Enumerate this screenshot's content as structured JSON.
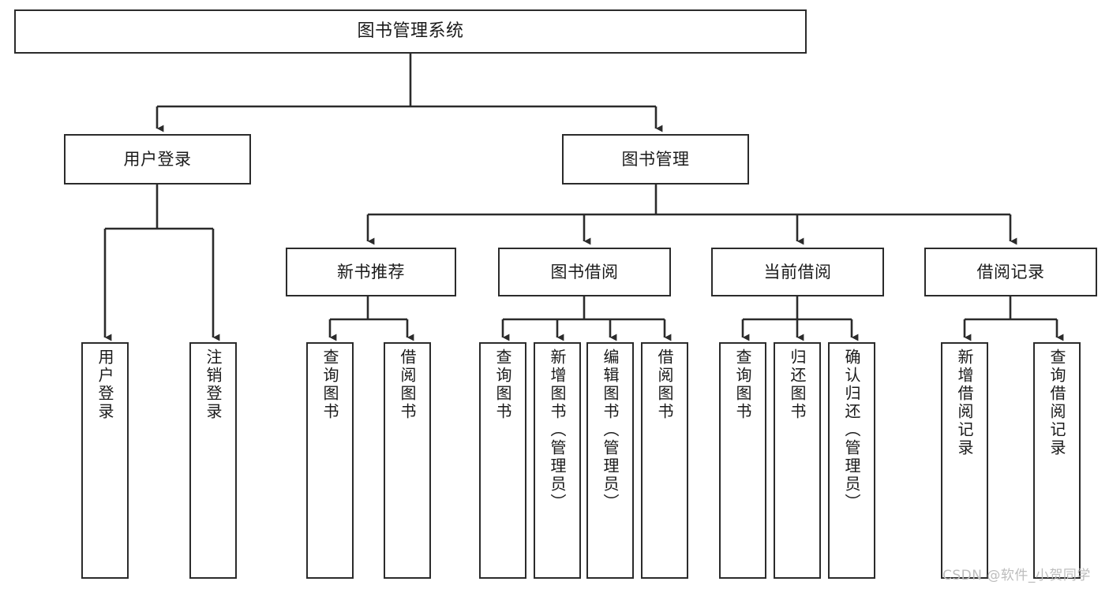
{
  "diagram": {
    "title": "图书管理系统",
    "type": "tree",
    "stroke_color": "#2b2b2b",
    "background_color": "#ffffff",
    "text_color": "#1a1a1a",
    "nodes": {
      "root": {
        "label": "图书管理系统",
        "level": 1
      },
      "l2": [
        {
          "id": "user-login",
          "label": "用户登录"
        },
        {
          "id": "book-manage",
          "label": "图书管理"
        }
      ],
      "l3": [
        {
          "id": "new-book-rec",
          "label": "新书推荐"
        },
        {
          "id": "book-borrow",
          "label": "图书借阅"
        },
        {
          "id": "current-borrow",
          "label": "当前借阅"
        },
        {
          "id": "borrow-record",
          "label": "借阅记录"
        }
      ],
      "leaves": {
        "user-login": [
          {
            "id": "leaf-user-login",
            "label": "用户登录"
          },
          {
            "id": "leaf-logout-login",
            "label": "注销登录"
          }
        ],
        "new-book-rec": [
          {
            "id": "leaf-query-book-1",
            "label": "查询图书"
          },
          {
            "id": "leaf-borrow-book-1",
            "label": "借阅图书"
          }
        ],
        "book-borrow": [
          {
            "id": "leaf-query-book-2",
            "label": "查询图书"
          },
          {
            "id": "leaf-add-book-admin",
            "label": "新增图书（管理员）"
          },
          {
            "id": "leaf-edit-book-admin",
            "label": "编辑图书（管理员）"
          },
          {
            "id": "leaf-borrow-book-2",
            "label": "借阅图书"
          }
        ],
        "current-borrow": [
          {
            "id": "leaf-query-book-3",
            "label": "查询图书"
          },
          {
            "id": "leaf-return-book",
            "label": "归还图书"
          },
          {
            "id": "leaf-confirm-return-admin",
            "label": "确认归还（管理员）"
          }
        ],
        "borrow-record": [
          {
            "id": "leaf-add-borrow-record",
            "label": "新增借阅记录"
          },
          {
            "id": "leaf-query-borrow-record",
            "label": "查询借阅记录"
          }
        ]
      }
    }
  },
  "watermark": {
    "text": "CSDN @软件_小贺同学"
  }
}
